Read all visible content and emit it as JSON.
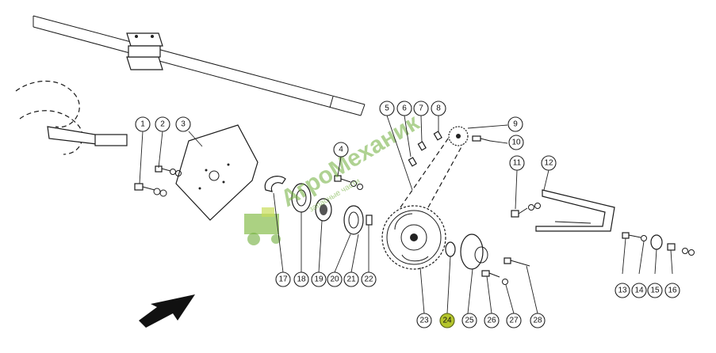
{
  "watermark": {
    "title": "АгроМеханик",
    "subtitle": "запасные части",
    "color": "#6fae3a"
  },
  "highlight_color": "#b4c52c",
  "callouts": [
    {
      "id": "p1",
      "label": "1"
    },
    {
      "id": "p2",
      "label": "2"
    },
    {
      "id": "p3",
      "label": "3"
    },
    {
      "id": "p4",
      "label": "4"
    },
    {
      "id": "p5",
      "label": "5"
    },
    {
      "id": "p6",
      "label": "6"
    },
    {
      "id": "p7",
      "label": "7"
    },
    {
      "id": "p8",
      "label": "8"
    },
    {
      "id": "p9",
      "label": "9"
    },
    {
      "id": "p10",
      "label": "10"
    },
    {
      "id": "p11",
      "label": "11"
    },
    {
      "id": "p12",
      "label": "12"
    },
    {
      "id": "p13",
      "label": "13"
    },
    {
      "id": "p14",
      "label": "14"
    },
    {
      "id": "p15",
      "label": "15"
    },
    {
      "id": "p16",
      "label": "16"
    },
    {
      "id": "p17",
      "label": "17"
    },
    {
      "id": "p18",
      "label": "18"
    },
    {
      "id": "p19",
      "label": "19"
    },
    {
      "id": "p20",
      "label": "20"
    },
    {
      "id": "p21",
      "label": "21"
    },
    {
      "id": "p22",
      "label": "22"
    },
    {
      "id": "p23",
      "label": "23"
    },
    {
      "id": "p24",
      "label": "24",
      "highlighted": true
    },
    {
      "id": "p25",
      "label": "25"
    },
    {
      "id": "p26",
      "label": "26"
    },
    {
      "id": "p27",
      "label": "27"
    },
    {
      "id": "p28",
      "label": "28"
    }
  ]
}
